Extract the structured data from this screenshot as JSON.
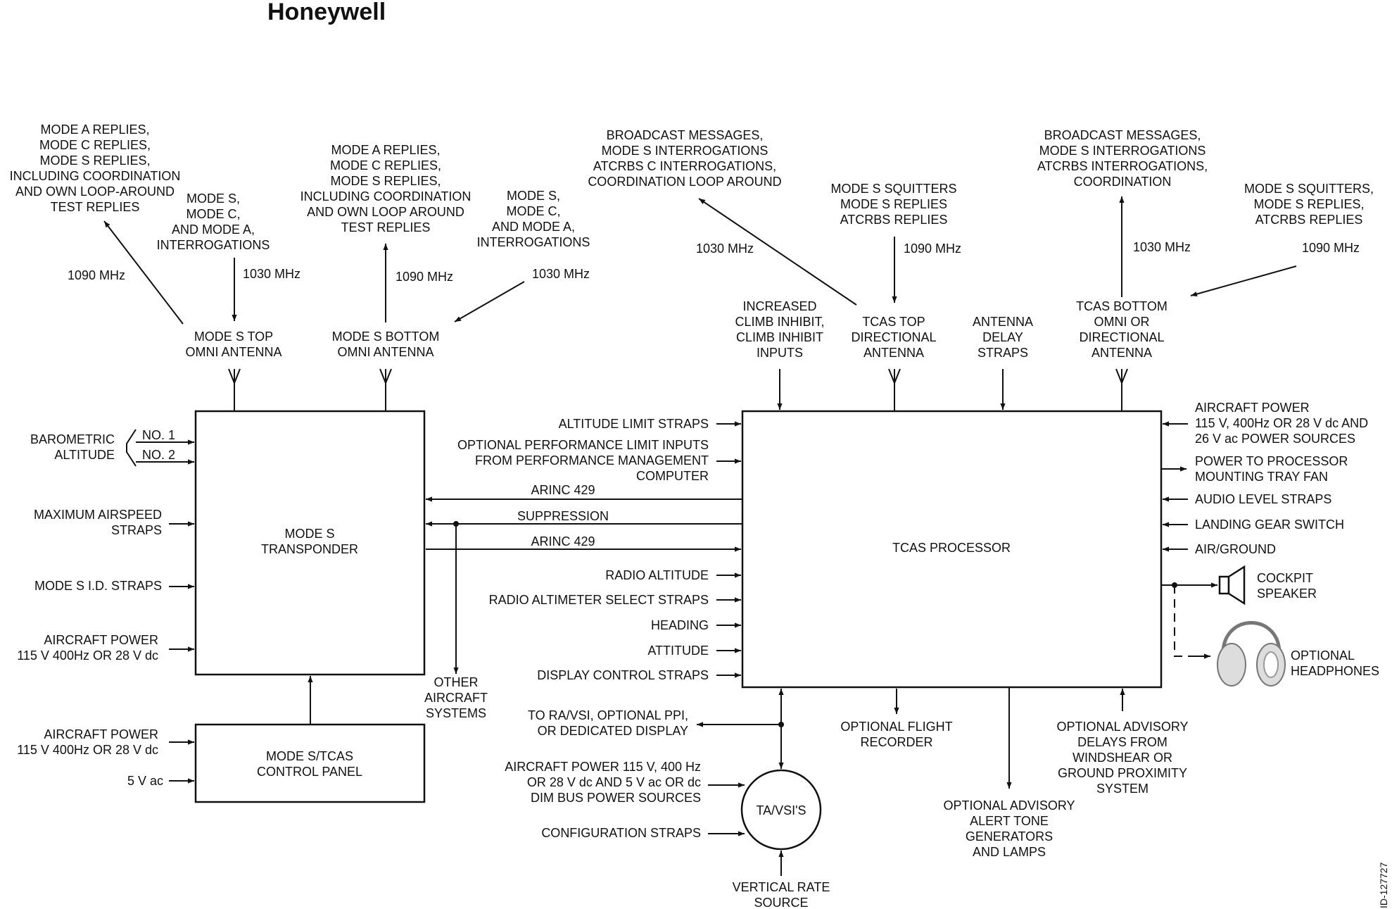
{
  "logo": "Honeywell",
  "figure_id": "ID-127727",
  "boxes": {
    "transponder": [
      "MODE S",
      "TRANSPONDER"
    ],
    "control_panel": [
      "MODE S/TCAS",
      "CONTROL PANEL"
    ],
    "processor": "TCAS PROCESSOR",
    "tavsi": "TA/VSI'S"
  },
  "antennas": {
    "mode_s_top": {
      "label": [
        "MODE S TOP",
        "OMNI  ANTENNA"
      ],
      "out_text": [
        "MODE A REPLIES,",
        "MODE C REPLIES,",
        "MODE S REPLIES,",
        "INCLUDING COORDINATION",
        "AND OWN LOOP-AROUND",
        "TEST REPLIES"
      ],
      "out_freq": "1090 MHz",
      "in_text": [
        "MODE S,",
        "MODE C,",
        "AND MODE A,",
        "INTERROGATIONS"
      ],
      "in_freq": "1030 MHz"
    },
    "mode_s_bottom": {
      "label": [
        "MODE S BOTTOM",
        "OMNI  ANTENNA"
      ],
      "out_text": [
        "MODE A REPLIES,",
        "MODE C REPLIES,",
        "MODE S REPLIES,",
        "INCLUDING COORDINATION",
        "AND OWN LOOP AROUND",
        "TEST REPLIES"
      ],
      "out_freq": "1090 MHz",
      "in_text": [
        "MODE S,",
        "MODE C,",
        "AND MODE A,",
        "INTERROGATIONS"
      ],
      "in_freq": "1030 MHz"
    },
    "tcas_top": {
      "label": [
        "TCAS TOP",
        "DIRECTIONAL",
        "ANTENNA"
      ],
      "out_text": [
        "BROADCAST MESSAGES,",
        "MODE S INTERROGATIONS",
        "ATCRBS C INTERROGATIONS,",
        "COORDINATION LOOP AROUND"
      ],
      "out_freq": "1030 MHz",
      "in_text": [
        "MODE S SQUITTERS",
        "MODE S REPLIES",
        "ATCRBS REPLIES"
      ],
      "in_freq": "1090 MHz"
    },
    "tcas_bottom": {
      "label": [
        "TCAS BOTTOM",
        "OMNI OR",
        "DIRECTIONAL",
        "ANTENNA"
      ],
      "out_text": [
        "BROADCAST MESSAGES,",
        "MODE S INTERROGATIONS",
        "ATCRBS INTERROGATIONS,",
        "COORDINATION"
      ],
      "out_freq": "1030 MHz",
      "in_text": [
        "MODE S SQUITTERS,",
        "MODE S REPLIES,",
        "ATCRBS REPLIES"
      ],
      "in_freq": "1090 MHz"
    }
  },
  "processor_top_inputs": {
    "climb_inhibit": [
      "INCREASED",
      "CLIMB INHIBIT,",
      "CLIMB INHIBIT",
      "INPUTS"
    ],
    "antenna_delay": [
      "ANTENNA",
      "DELAY",
      "STRAPS"
    ]
  },
  "transponder_inputs": {
    "baro": [
      "BAROMETRIC",
      "ALTITUDE"
    ],
    "no1": "NO. 1",
    "no2": "NO. 2",
    "max_airspeed": [
      "MAXIMUM AIRSPEED",
      "STRAPS"
    ],
    "id_straps": "MODE S I.D. STRAPS",
    "power": [
      "AIRCRAFT POWER",
      "115 V 400Hz OR 28 V dc"
    ]
  },
  "control_panel_inputs": {
    "power": [
      "AIRCRAFT POWER",
      "115 V 400Hz OR 28 V dc"
    ],
    "v5": "5 V ac"
  },
  "bus": {
    "arinc_top": "ARINC 429",
    "suppression": "SUPPRESSION",
    "arinc_bottom": "ARINC 429",
    "other_systems": [
      "OTHER",
      "AIRCRAFT",
      "SYSTEMS"
    ]
  },
  "processor_left_inputs": {
    "altitude_limit": "ALTITUDE LIMIT STRAPS",
    "performance": [
      "OPTIONAL PERFORMANCE LIMIT INPUTS",
      "FROM PERFORMANCE MANAGEMENT",
      "COMPUTER"
    ],
    "radio_altitude": "RADIO ALTITUDE",
    "radio_alt_select": "RADIO ALTIMETER SELECT STRAPS",
    "heading": "HEADING",
    "attitude": "ATTITUDE",
    "display_control": "DISPLAY CONTROL STRAPS"
  },
  "processor_right": {
    "power": [
      "AIRCRAFT POWER",
      "115 V, 400Hz OR 28 V dc AND",
      "26 V ac POWER SOURCES"
    ],
    "fan": [
      "POWER TO PROCESSOR",
      "MOUNTING TRAY FAN"
    ],
    "audio": "AUDIO LEVEL STRAPS",
    "landing_gear": "LANDING GEAR SWITCH",
    "air_ground": "AIR/GROUND",
    "speaker": [
      "COCKPIT",
      "SPEAKER"
    ],
    "headphones": [
      "OPTIONAL",
      "HEADPHONES"
    ]
  },
  "processor_bottom": {
    "display": [
      "TO RA/VSI, OPTIONAL PPI,",
      "OR DEDICATED DISPLAY"
    ],
    "flight_recorder": [
      "OPTIONAL FLIGHT",
      "RECORDER"
    ],
    "alert_tone": [
      "OPTIONAL ADVISORY",
      "ALERT TONE",
      "GENERATORS",
      "AND LAMPS"
    ],
    "advisory_delays": [
      "OPTIONAL ADVISORY",
      "DELAYS FROM",
      "WINDSHEAR OR",
      "GROUND PROXIMITY",
      "SYSTEM"
    ]
  },
  "tavsi_inputs": {
    "power": [
      "AIRCRAFT POWER 115 V, 400 Hz",
      "OR 28 V dc AND 5 V ac OR dc",
      "DIM BUS POWER SOURCES"
    ],
    "config": "CONFIGURATION STRAPS",
    "vertical_rate": [
      "VERTICAL RATE",
      "SOURCE"
    ]
  }
}
